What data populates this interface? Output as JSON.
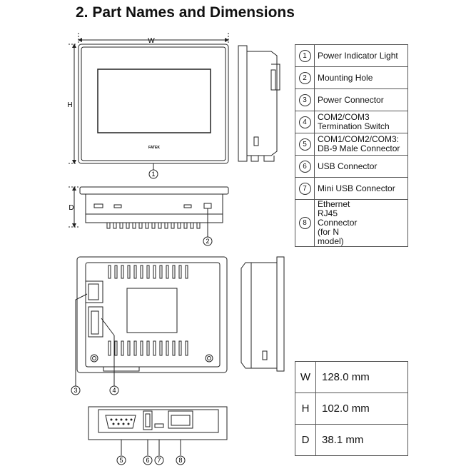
{
  "title": "2.  Part Names and Dimensions",
  "drawing": {
    "w_label": "W",
    "h_label": "H",
    "d_label": "D",
    "brand": "FATEK",
    "callouts": [
      "1",
      "2",
      "3",
      "4",
      "5",
      "6",
      "7",
      "8"
    ]
  },
  "parts": [
    {
      "num": "1",
      "name": "Power Indicator Light"
    },
    {
      "num": "2",
      "name": "Mounting Hole"
    },
    {
      "num": "3",
      "name": "Power Connector"
    },
    {
      "num": "4",
      "name": "COM2/COM3 Termination Switch"
    },
    {
      "num": "5",
      "name": "COM1/COM2/COM3: DB-9 Male Connector"
    },
    {
      "num": "6",
      "name": "USB Connector"
    },
    {
      "num": "7",
      "name": "Mini USB Connector"
    },
    {
      "num": "8",
      "name": "Ethernet RJ45 Connector (for N model)"
    }
  ],
  "dimensions": [
    {
      "key": "W",
      "value": "128.0 mm"
    },
    {
      "key": "H",
      "value": "102.0 mm"
    },
    {
      "key": "D",
      "value": "38.1 mm"
    }
  ]
}
